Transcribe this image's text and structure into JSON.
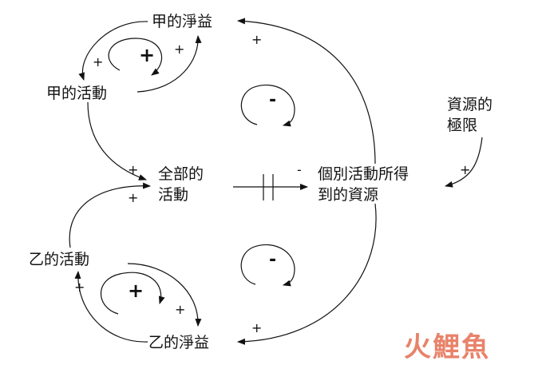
{
  "nodes": {
    "a_profit": "甲的淨益",
    "a_activity": "甲的活動",
    "total_activity": "全部的\n活動",
    "resources": "個別活動所得\n到的資源",
    "resource_limit": "資源的\n極限",
    "b_activity": "乙的活動",
    "b_profit": "乙的淨益"
  },
  "signs": {
    "a_loop_center": "+",
    "a_profit_to_activity": "+",
    "a_activity_to_profit": "+",
    "resource_to_a_profit": "+",
    "upper_balance_loop": "-",
    "a_to_total": "+",
    "b_to_total": "+",
    "total_to_resources": "-",
    "limit_to_resources": "+",
    "lower_balance_loop": "-",
    "b_loop_center": "+",
    "b_profit_to_activity": "+",
    "b_activity_to_profit": "+",
    "resource_to_b_profit": "+"
  },
  "logo": {
    "text": "火鯉魚",
    "color": "#e8836a"
  }
}
